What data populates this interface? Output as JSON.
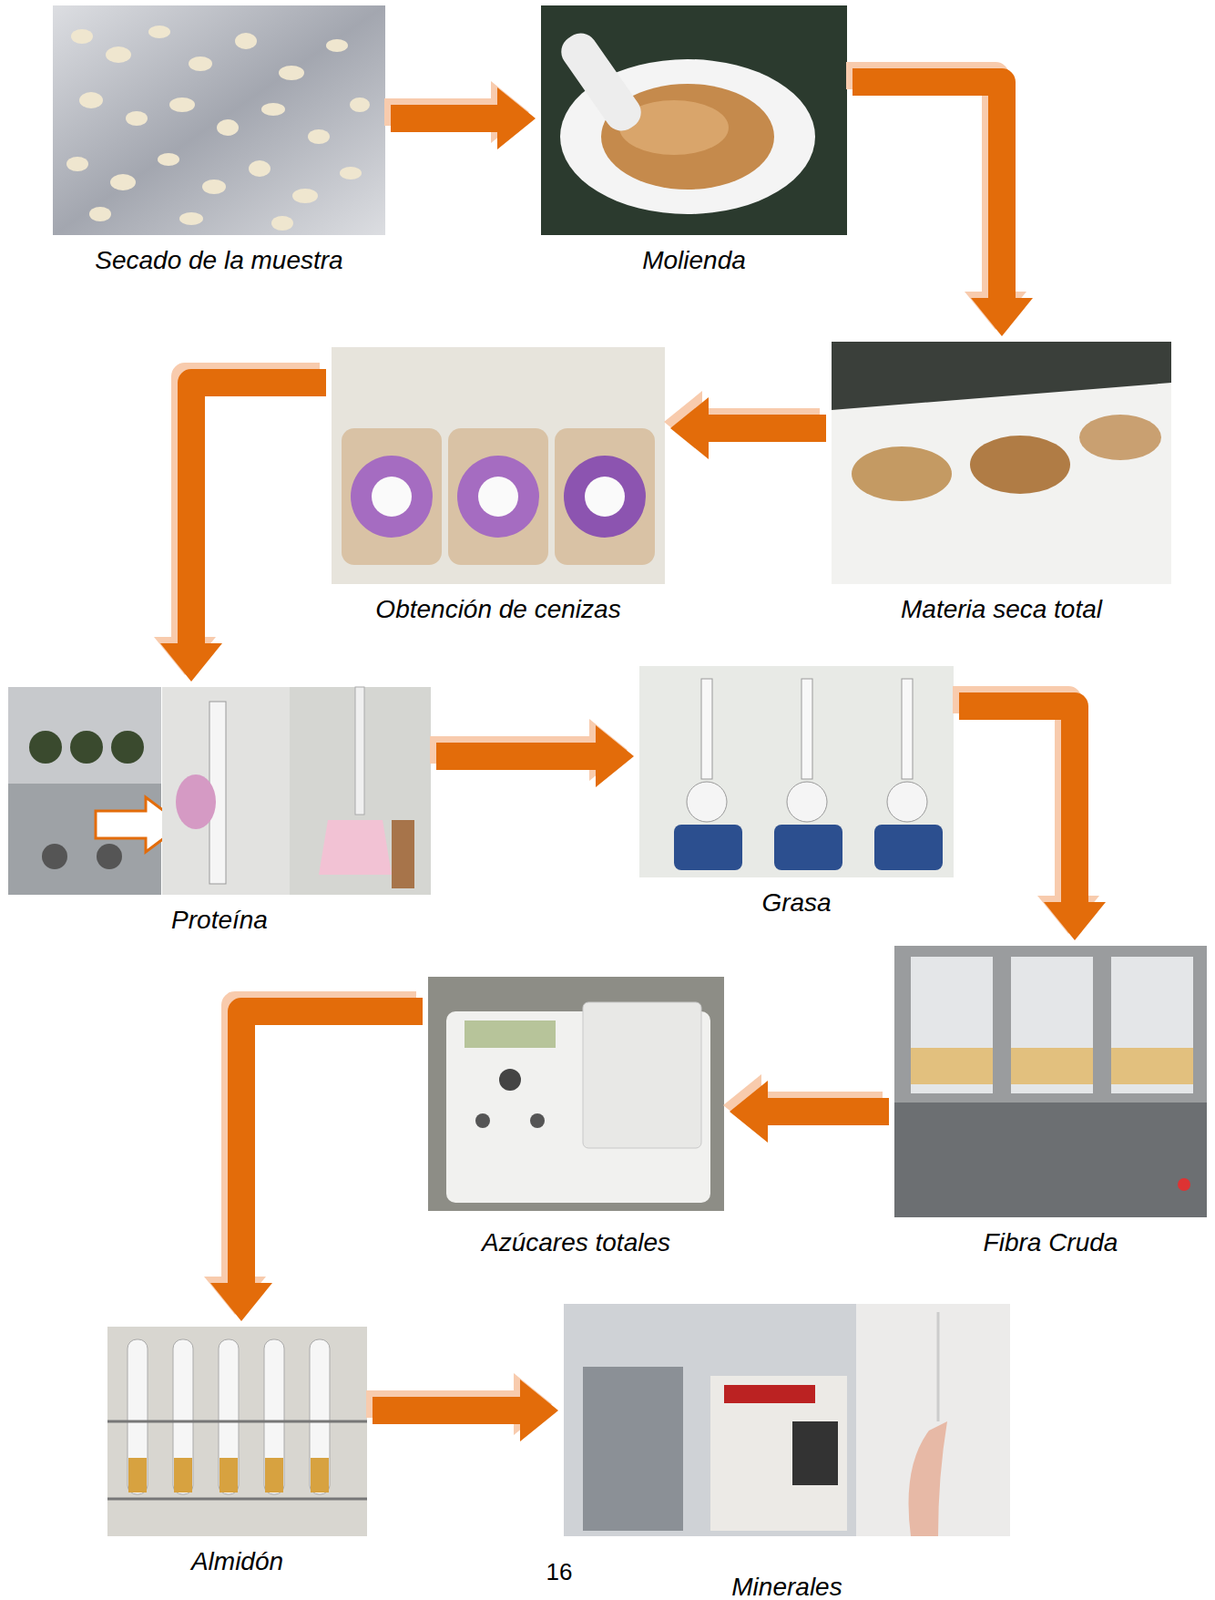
{
  "diagram": {
    "nodes": [
      {
        "text": [
          "Secado de la muestra"
        ]
      },
      {
        "text": [
          "Molienda"
        ]
      },
      {
        "text": [
          "Materia seca total"
        ]
      },
      {
        "text": [
          "Obtención de cenizas"
        ]
      },
      {
        "text": [
          "Proteína"
        ]
      },
      {
        "text": [
          "Grasa"
        ]
      },
      {
        "text": [
          "Fibra Cruda"
        ]
      },
      {
        "text": [
          "Azúcares totales"
        ]
      },
      {
        "text": [
          "Almidón"
        ]
      },
      {
        "text": [
          "Minerales"
        ]
      }
    ],
    "edges": [
      {
        "from": 0,
        "to": 1,
        "arrow": "to"
      },
      {
        "from": 1,
        "to": 2,
        "arrow": "to"
      },
      {
        "from": 2,
        "to": 3,
        "arrow": "to"
      },
      {
        "from": 3,
        "to": 4,
        "arrow": "to"
      },
      {
        "from": 4,
        "to": 5,
        "arrow": "to"
      },
      {
        "from": 5,
        "to": 6,
        "arrow": "to"
      },
      {
        "from": 6,
        "to": 7,
        "arrow": "to"
      },
      {
        "from": 7,
        "to": 8,
        "arrow": "to"
      },
      {
        "from": 8,
        "to": 9,
        "arrow": "to"
      }
    ],
    "labels": [
      "16"
    ]
  }
}
